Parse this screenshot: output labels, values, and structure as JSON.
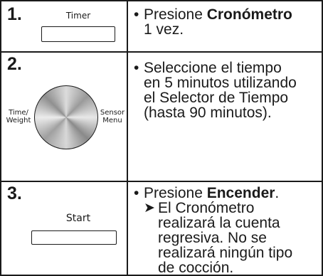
{
  "steps": [
    {
      "number": "1.",
      "control": {
        "label": "Timer"
      },
      "instruction": {
        "prefix": "Presione ",
        "bold": "Cronómetro",
        "line2": "1 vez."
      }
    },
    {
      "number": "2.",
      "control": {
        "left_label_1": "Time/",
        "left_label_2": "Weight",
        "right_label_1": "Sensor",
        "right_label_2": "Menu"
      },
      "instruction": {
        "line1": "Seleccione el tiempo",
        "line2": "en 5 minutos utilizando",
        "line3": "el Selector de Tiempo",
        "line4": "(hasta 90 minutos)."
      }
    },
    {
      "number": "3.",
      "control": {
        "label": "Start"
      },
      "instruction": {
        "prefix": "Presione ",
        "bold": "Encender",
        "suffix": ".",
        "arrow": "➤",
        "sub1": "El Cronómetro",
        "sub2": "realizará la cuenta",
        "sub3": "regresiva. No se",
        "sub4": "realizará ningún tipo",
        "sub5": "de cocción."
      }
    }
  ],
  "bullet_symbol": "•"
}
